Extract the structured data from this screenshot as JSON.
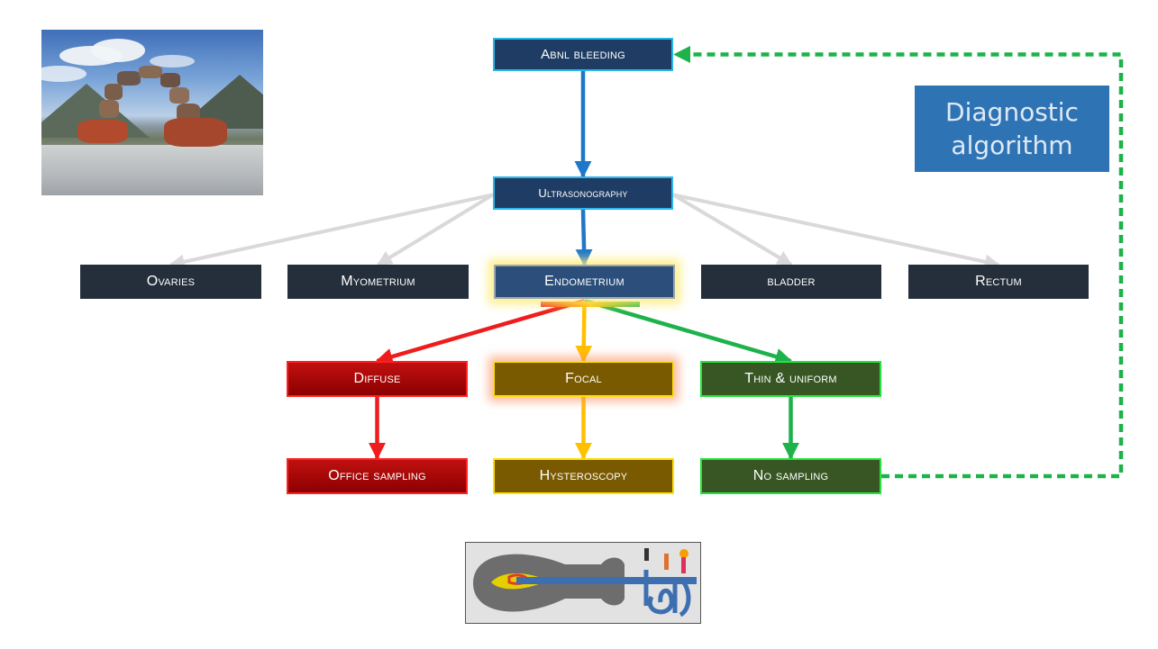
{
  "slide": {
    "title": "Diagnostic algorithm",
    "nodes": {
      "abnl_bleeding": "Abnl bleeding",
      "ultrasonography": "Ultrasonography",
      "ovaries": "Ovaries",
      "myometrium": "Myometrium",
      "endometrium": "Endometrium",
      "bladder": "bladder",
      "rectum": "Rectum",
      "diffuse": "Diffuse",
      "focal": "Focal",
      "thin_uniform": "Thin & uniform",
      "office_sampling": "Office sampling",
      "hysteroscopy": "Hysteroscopy",
      "no_sampling": "No sampling"
    },
    "edges": [
      {
        "from": "abnl_bleeding",
        "to": "ultrasonography",
        "style": "solid",
        "color": "#1f77c9"
      },
      {
        "from": "ultrasonography",
        "to": "ovaries",
        "style": "solid",
        "color": "#d9d9d9"
      },
      {
        "from": "ultrasonography",
        "to": "myometrium",
        "style": "solid",
        "color": "#d9d9d9"
      },
      {
        "from": "ultrasonography",
        "to": "endometrium",
        "style": "solid",
        "color": "#1f77c9"
      },
      {
        "from": "ultrasonography",
        "to": "bladder",
        "style": "solid",
        "color": "#d9d9d9"
      },
      {
        "from": "ultrasonography",
        "to": "rectum",
        "style": "solid",
        "color": "#d9d9d9"
      },
      {
        "from": "endometrium",
        "to": "diffuse",
        "style": "solid",
        "color": "#ee1c1c"
      },
      {
        "from": "endometrium",
        "to": "focal",
        "style": "solid",
        "color": "#ffc000"
      },
      {
        "from": "endometrium",
        "to": "thin_uniform",
        "style": "solid",
        "color": "#1db24a"
      },
      {
        "from": "diffuse",
        "to": "office_sampling",
        "style": "solid",
        "color": "#ee1c1c"
      },
      {
        "from": "focal",
        "to": "hysteroscopy",
        "style": "solid",
        "color": "#ffc000"
      },
      {
        "from": "thin_uniform",
        "to": "no_sampling",
        "style": "solid",
        "color": "#1db24a"
      },
      {
        "from": "no_sampling",
        "to": "abnl_bleeding",
        "style": "dashed",
        "color": "#1db24a"
      }
    ]
  },
  "colors": {
    "title_bg": "#2e74b5",
    "dark_node": "#252e3b",
    "navy_node": "#1f3d64",
    "red": "#ee1c1c",
    "yellow": "#ffc000",
    "green": "#1db24a",
    "gray_arrow": "#d9d9d9",
    "blue_arrow": "#1f77c9"
  },
  "images": {
    "photo": "stone-arch-photo",
    "schematic": "hysteroscopy-schematic"
  }
}
